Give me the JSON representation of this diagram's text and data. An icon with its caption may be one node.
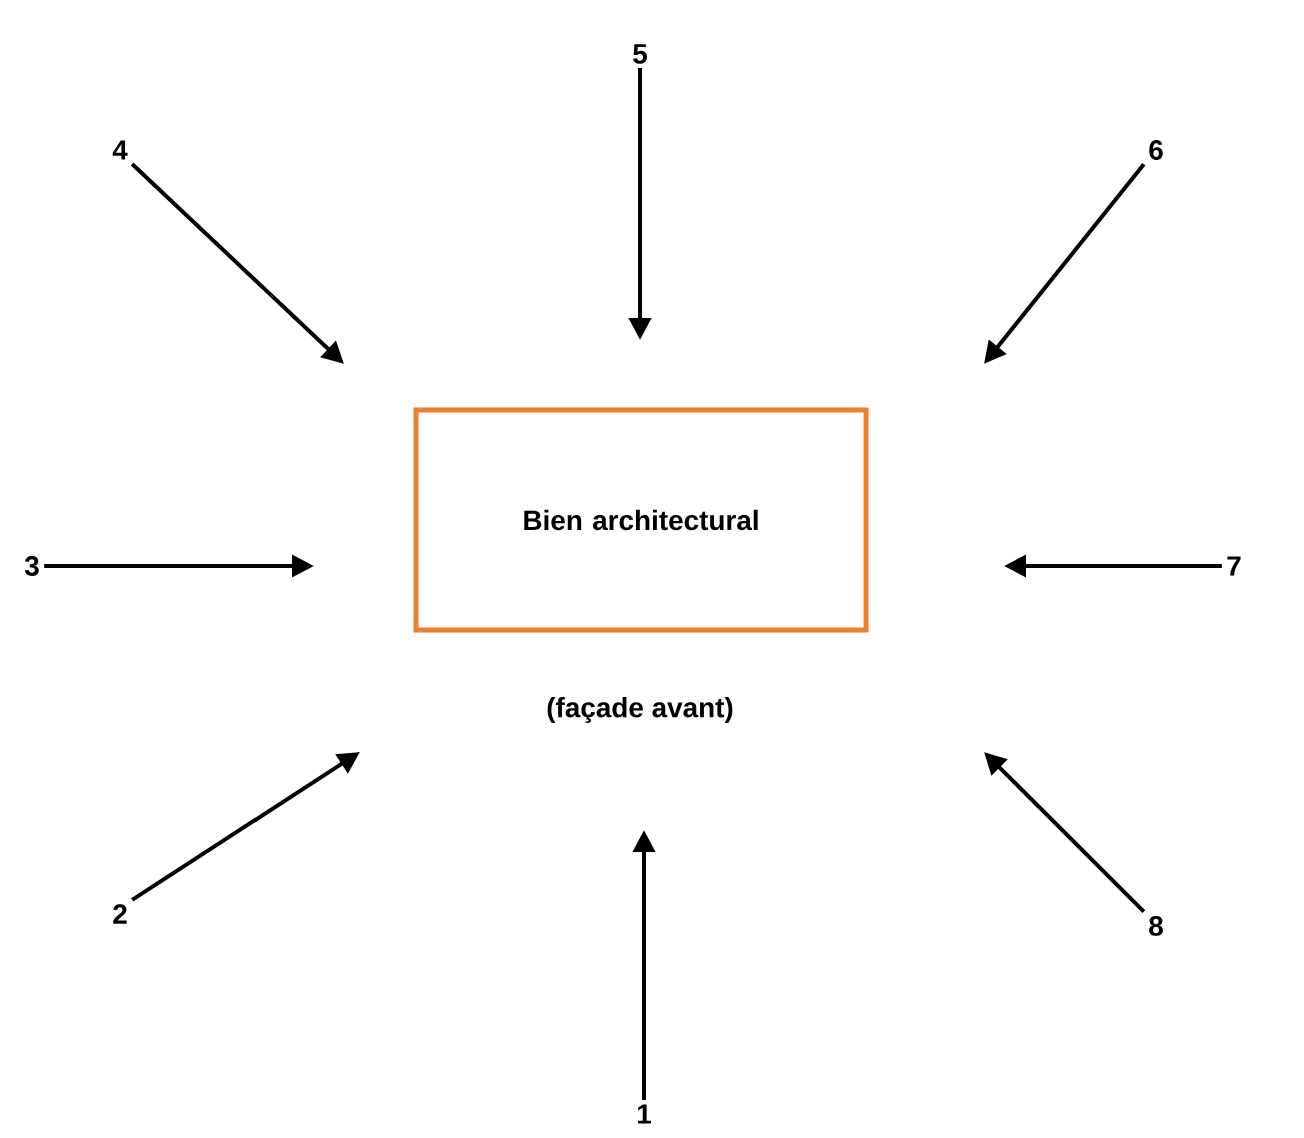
{
  "diagram": {
    "nodes": [
      {
        "text": [
          "Bien architectural"
        ],
        "beside": [
          "(façade avant)"
        ]
      },
      {
        "text": [
          "1"
        ]
      },
      {
        "text": [
          "2"
        ]
      },
      {
        "text": [
          "3"
        ]
      },
      {
        "text": [
          "4"
        ]
      },
      {
        "text": [
          "5"
        ]
      },
      {
        "text": [
          "6"
        ]
      },
      {
        "text": [
          "7"
        ]
      },
      {
        "text": [
          "8"
        ]
      }
    ],
    "edges": [
      {
        "from": 1,
        "to": null,
        "arrow": "to"
      },
      {
        "from": 2,
        "to": null,
        "arrow": "to"
      },
      {
        "from": 3,
        "to": null,
        "arrow": "to"
      },
      {
        "from": 4,
        "to": null,
        "arrow": "to"
      },
      {
        "from": 5,
        "to": null,
        "arrow": "to"
      },
      {
        "from": 6,
        "to": null,
        "arrow": "to"
      },
      {
        "from": 7,
        "to": null,
        "arrow": "to"
      },
      {
        "from": 8,
        "to": null,
        "arrow": "to"
      }
    ]
  }
}
